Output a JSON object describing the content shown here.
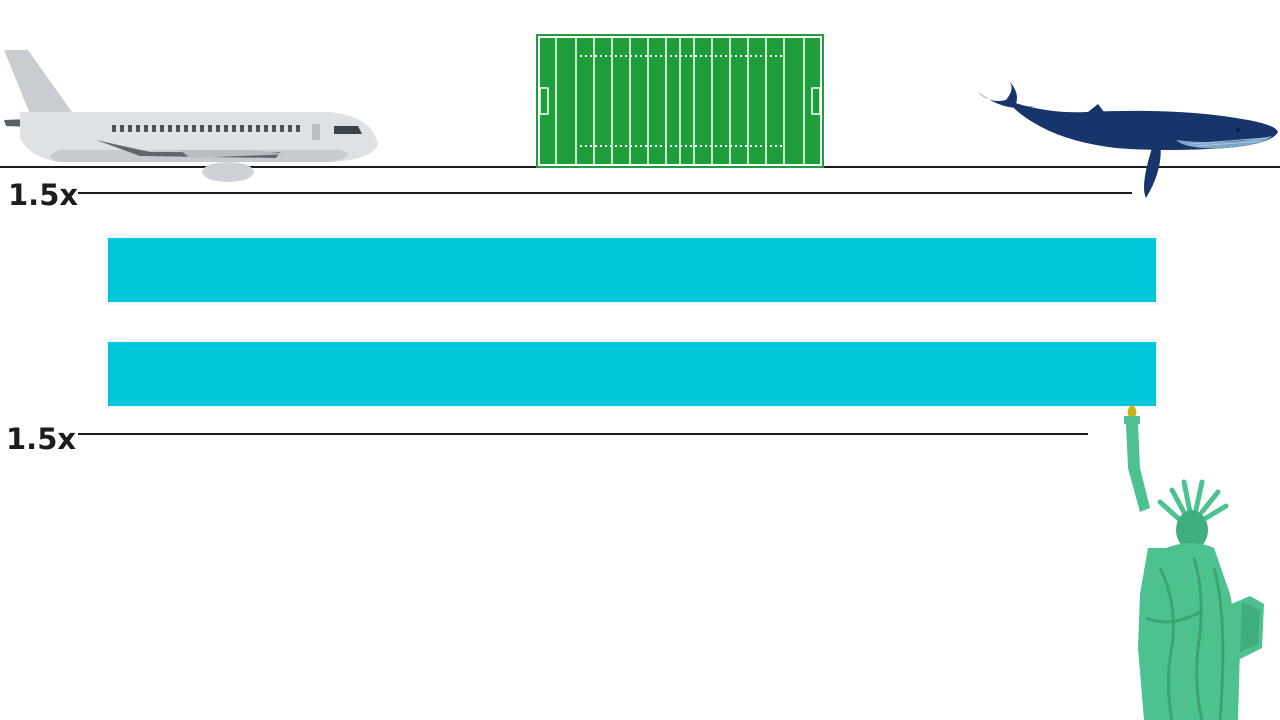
{
  "scale_labels": {
    "upper": "1.5x",
    "lower": "1.5x"
  },
  "colors": {
    "bar": "#00c6d9",
    "field_green": "#1e9e3a",
    "whale_blue": "#18356b",
    "statue_green": "#4dc18f",
    "plane_grey": "#d9dcdf",
    "line": "#1c1c1c"
  },
  "illustrations": [
    "airplane-icon",
    "football-field-icon",
    "whale-icon",
    "statue-of-liberty-icon"
  ],
  "bars": 2
}
